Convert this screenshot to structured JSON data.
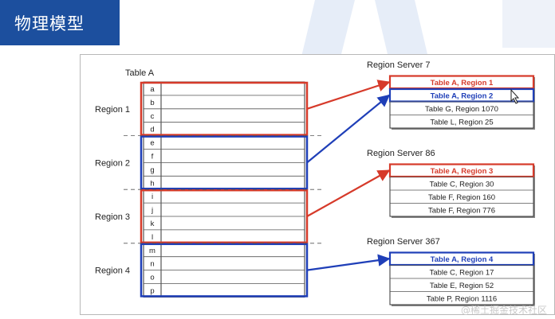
{
  "slide": {
    "title": "物理模型"
  },
  "table": {
    "label": "Table A",
    "rows": [
      "a",
      "b",
      "c",
      "d",
      "e",
      "f",
      "g",
      "h",
      "i",
      "j",
      "k",
      "l",
      "m",
      "n",
      "o",
      "p"
    ],
    "regions": [
      "Region 1",
      "Region 2",
      "Region 3",
      "Region 4"
    ]
  },
  "servers": [
    {
      "name": "Region Server 7",
      "entries": [
        "Table A, Region 1",
        "Table A, Region 2",
        "Table G, Region 1070",
        "Table L, Region 25"
      ]
    },
    {
      "name": "Region Server 86",
      "entries": [
        "Table A, Region 3",
        "Table C, Region 30",
        "Table F, Region 160",
        "Table F, Region 776"
      ]
    },
    {
      "name": "Region Server 367",
      "entries": [
        "Table A, Region 4",
        "Table C, Region 17",
        "Table E, Region 52",
        "Table P, Region 1116"
      ]
    }
  ],
  "colors": {
    "red": "#d63a2a",
    "blue": "#1f3fb8",
    "title_bg": "#1c4f9e"
  },
  "watermark": "@稀土掘金技术社区"
}
